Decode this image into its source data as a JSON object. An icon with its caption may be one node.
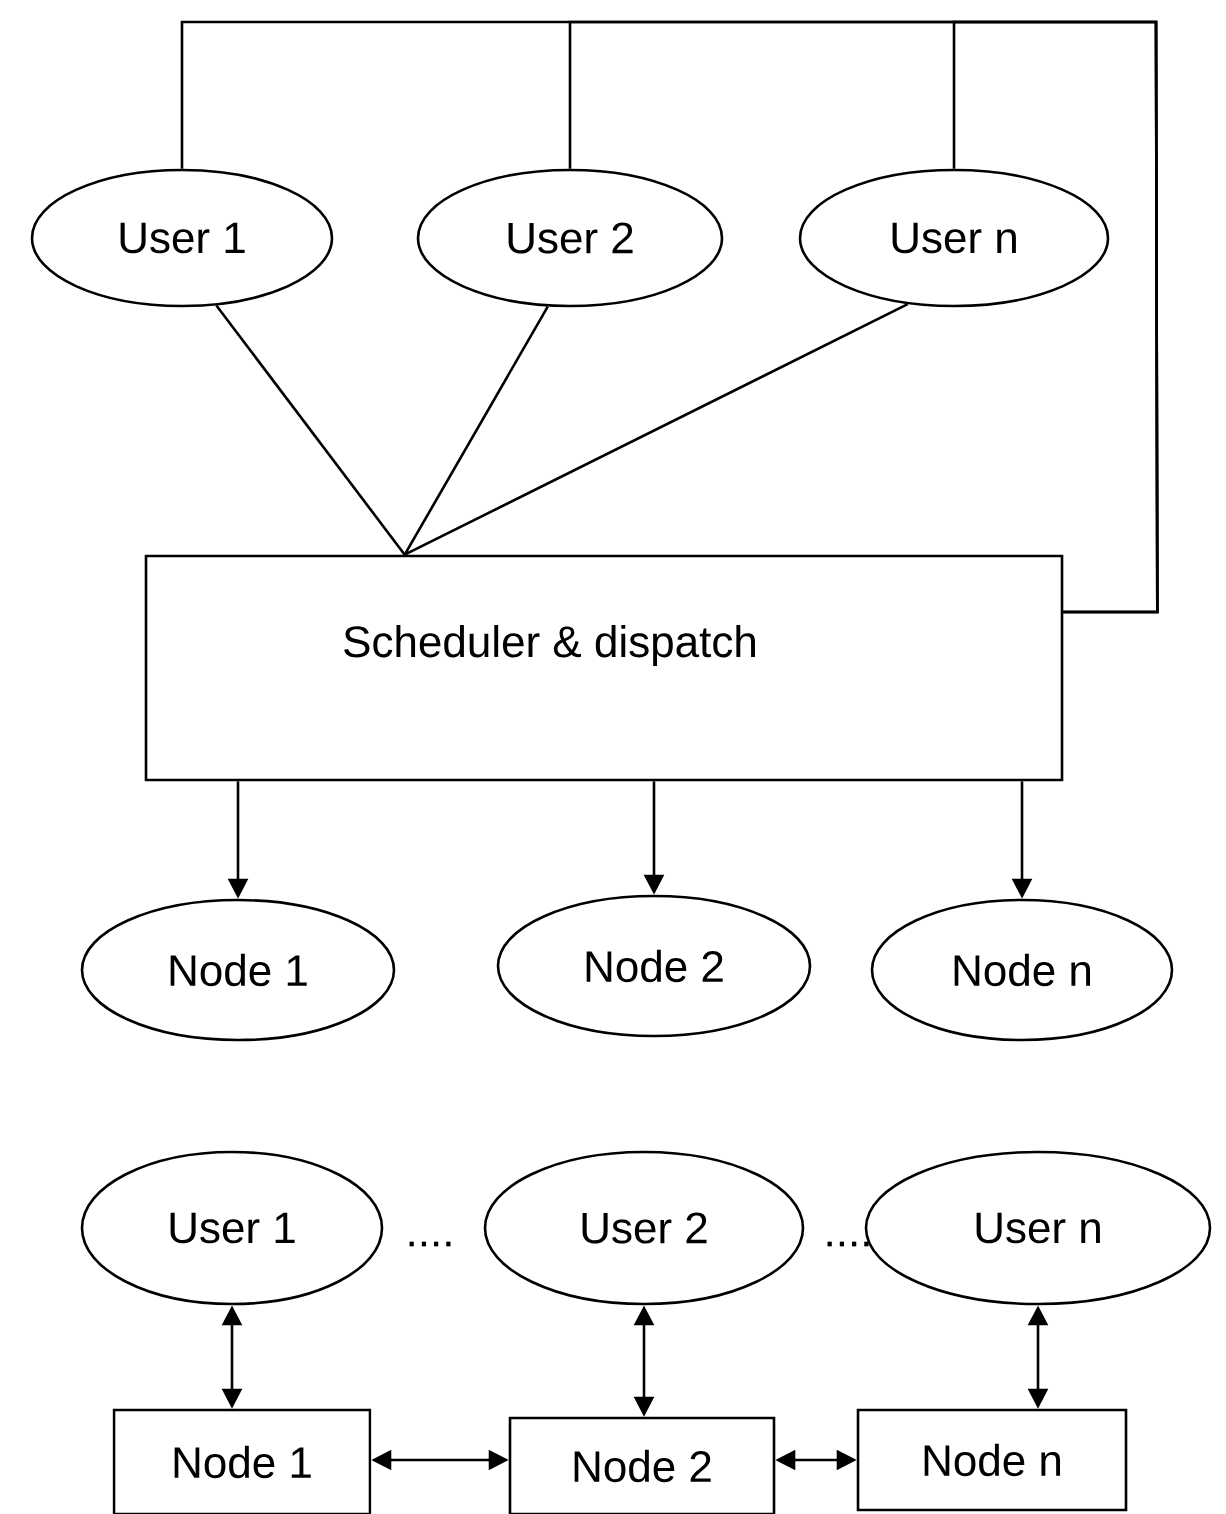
{
  "diagram": {
    "nodes": [
      {
        "text": [
          "User 1"
        ]
      },
      {
        "text": [
          "User 2"
        ]
      },
      {
        "text": [
          "User n"
        ]
      },
      {
        "text": [
          "Scheduler & dispatch"
        ]
      },
      {
        "text": [
          "Node 1"
        ]
      },
      {
        "text": [
          "Node 2"
        ]
      },
      {
        "text": [
          "Node n"
        ]
      },
      {
        "text": [
          "User 1"
        ]
      },
      {
        "text": [
          "User 2"
        ]
      },
      {
        "text": [
          "User n"
        ]
      },
      {
        "text": [
          "Node 1"
        ]
      },
      {
        "text": [
          "Node 2"
        ]
      },
      {
        "text": [
          "Node n"
        ]
      }
    ],
    "edges": [
      {
        "from": 3,
        "to": 0,
        "arrow": "none"
      },
      {
        "from": 3,
        "to": 1,
        "arrow": "none"
      },
      {
        "from": 3,
        "to": 2,
        "arrow": "none"
      },
      {
        "from": 0,
        "to": 3,
        "arrow": "none"
      },
      {
        "from": 1,
        "to": 3,
        "arrow": "none"
      },
      {
        "from": 2,
        "to": 3,
        "arrow": "none"
      },
      {
        "from": 3,
        "to": 4,
        "arrow": "to"
      },
      {
        "from": 3,
        "to": 5,
        "arrow": "to"
      },
      {
        "from": 3,
        "to": 6,
        "arrow": "to"
      },
      {
        "from": 7,
        "to": 10,
        "arrow": "both"
      },
      {
        "from": 8,
        "to": 11,
        "arrow": "both"
      },
      {
        "from": 9,
        "to": 12,
        "arrow": "both"
      },
      {
        "from": 10,
        "to": 11,
        "arrow": "both"
      },
      {
        "from": 11,
        "to": 12,
        "arrow": "both"
      }
    ],
    "labels": [
      "....",
      "...."
    ]
  }
}
